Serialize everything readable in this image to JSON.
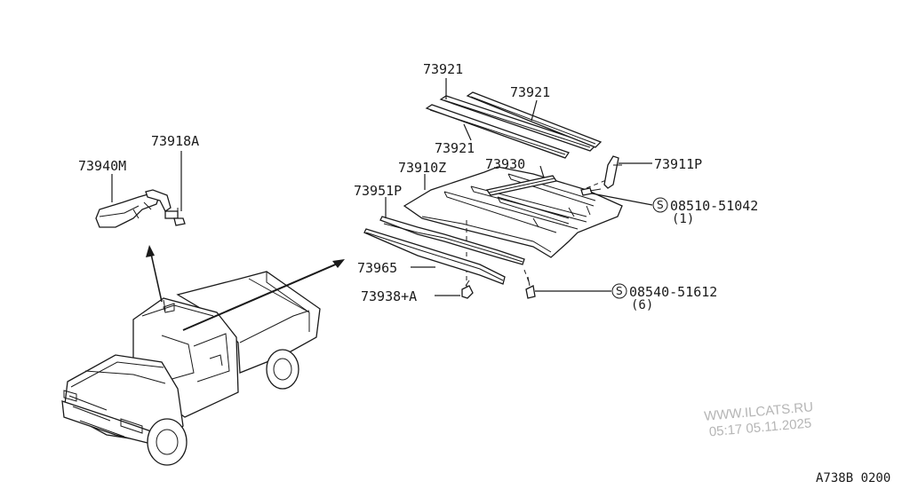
{
  "labels": {
    "p73921_top": "73921",
    "p73921_right": "73921",
    "p73921_low": "73921",
    "p73930": "73930",
    "p73910Z": "73910Z",
    "p73911P": "73911P",
    "p73951P": "73951P",
    "p73965": "73965",
    "p73938A": "73938+A",
    "p73918A": "73918A",
    "p73940M": "73940M",
    "screw1_part": "08510-51042",
    "screw1_qty": "(1)",
    "screw2_part": "08540-51612",
    "screw2_qty": "(6)",
    "screw_symbol": "S"
  },
  "watermark": {
    "site": "WWW.ILCATS.RU",
    "timestamp": "05:17 05.11.2025"
  },
  "diagram_code": "A738B 0200"
}
